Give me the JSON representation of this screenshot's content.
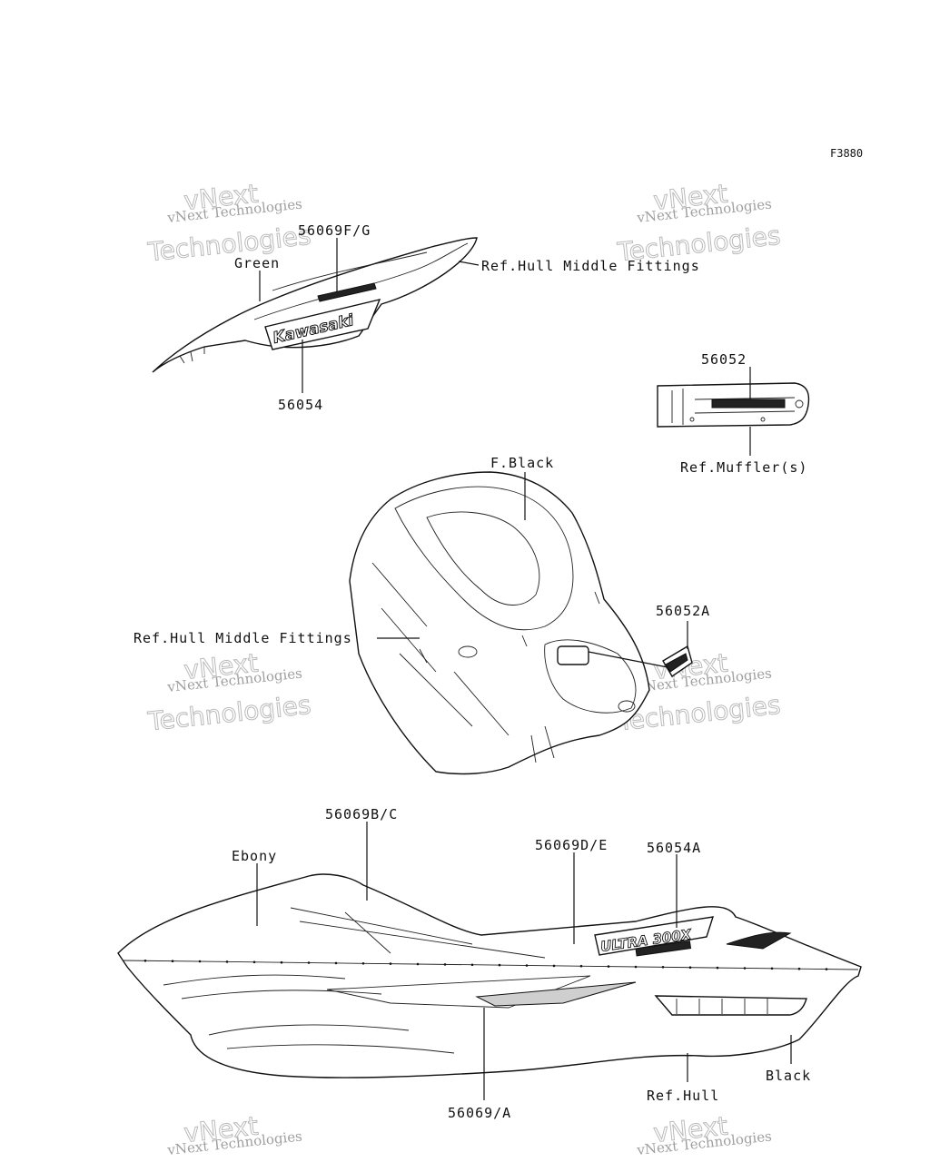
{
  "figure_code": "F3880",
  "watermark": {
    "line1": "vNext Technologies",
    "line2": "vNext",
    "line3": "Technologies"
  },
  "labels": {
    "p56069FG": "56069F/G",
    "green": "Green",
    "refHullMiddle1": "Ref.Hull Middle Fittings",
    "p56054": "56054",
    "kawasaki": "Kawasaki",
    "p56052": "56052",
    "refMuffler": "Ref.Muffler(s)",
    "fBlack": "F.Black",
    "p56052A": "56052A",
    "refHullMiddle2": "Ref.Hull Middle Fittings",
    "p56069BC": "56069B/C",
    "ebony": "Ebony",
    "p56069DE": "56069D/E",
    "p56054A": "56054A",
    "black": "Black",
    "refHull": "Ref.Hull",
    "p56069A": "56069/A",
    "ultra": "ULTRA 300X"
  }
}
